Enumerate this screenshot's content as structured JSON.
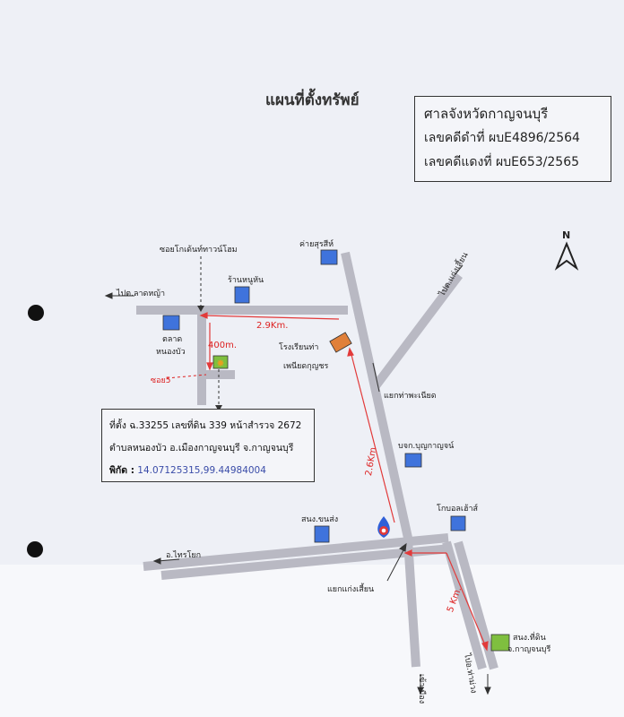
{
  "map": {
    "title": "แผนที่ตั้งทรัพย์",
    "case_info": {
      "court": "ศาลจังหวัดกาญจนบุรี",
      "black_case": "เลขคดีดำที่ ผบE4896/2564",
      "red_case": "เลขคดีแดงที่ ผบE653/2565"
    },
    "north_label": "N",
    "location_box": {
      "line1": "ที่ตั้ง ฉ.33255 เลขที่ดิน 339 หน้าสำรวจ 2672",
      "line2": "ตำบลหนองบัว อ.เมืองกาญจนบุรี จ.กาญจนบุรี",
      "coords_label": "พิกัด :",
      "coords_value": "14.07125315,99.44984004"
    },
    "labels": {
      "soi_kodent": "ซอยโกเด้นท์ทาวน์โฮม",
      "to_lat_ya": "ไปต.ลาดหญ้า",
      "shop_nuhan": "ร้านหนูหัน",
      "camp_surasi": "ค่ายสุรสีห์",
      "to_kaeng_sian_top": "ไปต.แก่งเสี้ยน",
      "market_line1": "ตลาด",
      "market_line2": "หนองบัว",
      "soi5": "ซอย5",
      "school_line1": "โรงเรียนท่า",
      "school_line2": "เพนียดกุญชร",
      "junction_tha_phaniat": "แยกท่าพะเนียด",
      "company_boonkanjana": "บจก.บุญกาญจน์",
      "global_house": "โกบอลเฮ้าส์",
      "office_khonsong": "สนง.ขนส่ง",
      "to_sai_yok": "อ.ไทรโยก",
      "junction_kaeng_sian": "แยกแก่งเสี้ยน",
      "to_city": "เข้าเมือง",
      "land_office_line1": "สนง.ที่ดิน",
      "land_office_line2": "จ.กาญจนบุรี",
      "to_tha_muang": "ไปอ.ท่าม่วง"
    },
    "distances": {
      "d1": "2.9Km.",
      "d2": "400m.",
      "d3": "2.6Km",
      "d4": "5 Km."
    },
    "colors": {
      "road": "#b9b9c3",
      "landmark": "#3f73dc",
      "school": "#e0803a",
      "land_office": "#7fbf3f",
      "route": "#e23a3a"
    }
  }
}
